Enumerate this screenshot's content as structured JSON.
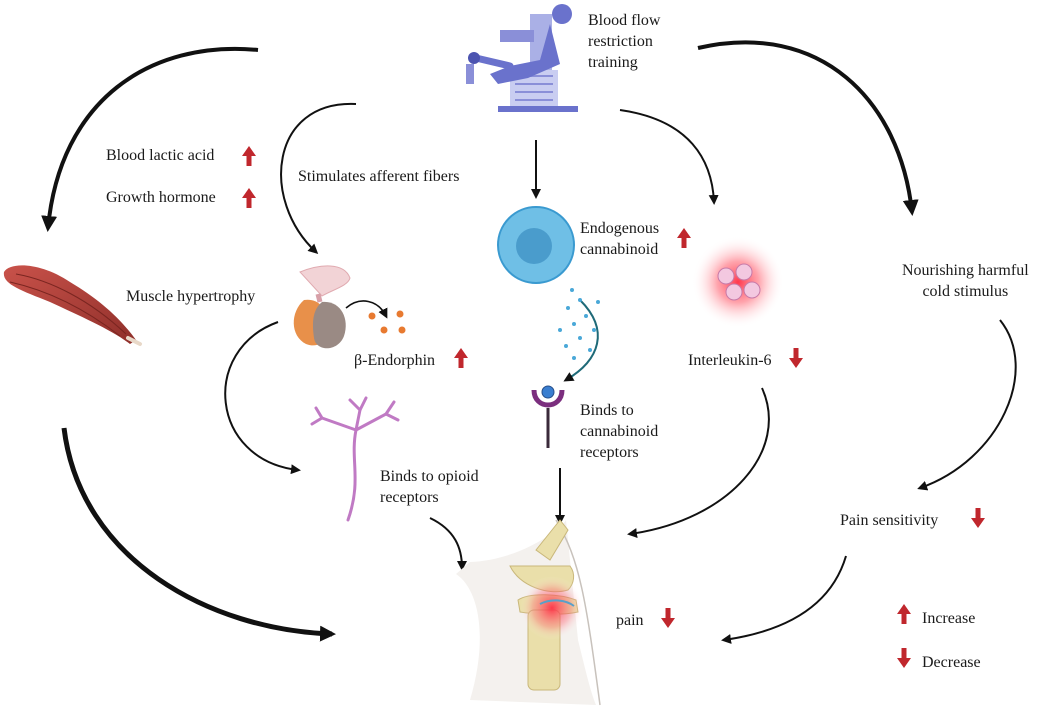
{
  "title_node": {
    "line1": "Blood flow",
    "line2": "restriction",
    "line3": "training"
  },
  "labels": {
    "lactic": "Blood lactic acid",
    "growth": "Growth  hormone",
    "afferent": "Stimulates afferent fibers",
    "muscle": "Muscle hypertrophy",
    "endorphin": "β-Endorphin",
    "endo1": "Endogenous",
    "endo2": "cannabinoid",
    "cold1": "Nourishing harmful",
    "cold2": "cold stimulus",
    "il6": "Interleukin-6",
    "cb1": "Binds to",
    "cb2": "cannabinoid",
    "cb3": "receptors",
    "op1": "Binds to opioid",
    "op2": "receptors",
    "painsens": "Pain sensitivity",
    "pain": "pain"
  },
  "legend": {
    "increase": "Increase",
    "decrease": "Decrease"
  },
  "colors": {
    "arrow_red": "#c0272d",
    "connector": "#111111",
    "muscle": "#b8443c",
    "cell_outer": "#5ab0dc",
    "cell_inner": "#3a8fc4",
    "inflammation": "#ff3b4e",
    "receptor": "#7b2e7e",
    "neuron": "#c07ac4",
    "machine": "#8a8fd8",
    "person": "#6a72cc"
  },
  "icons": {
    "muscle": "muscle-icon",
    "gland": "pituitary-gland-icon",
    "cell": "cell-icon",
    "inflammation": "inflamed-cells-icon",
    "receptor": "cannabinoid-receptor-icon",
    "neuron": "neuron-icon",
    "knee": "knee-joint-icon",
    "person": "blood-flow-training-icon",
    "up": "up-arrow-icon",
    "down": "down-arrow-icon"
  }
}
